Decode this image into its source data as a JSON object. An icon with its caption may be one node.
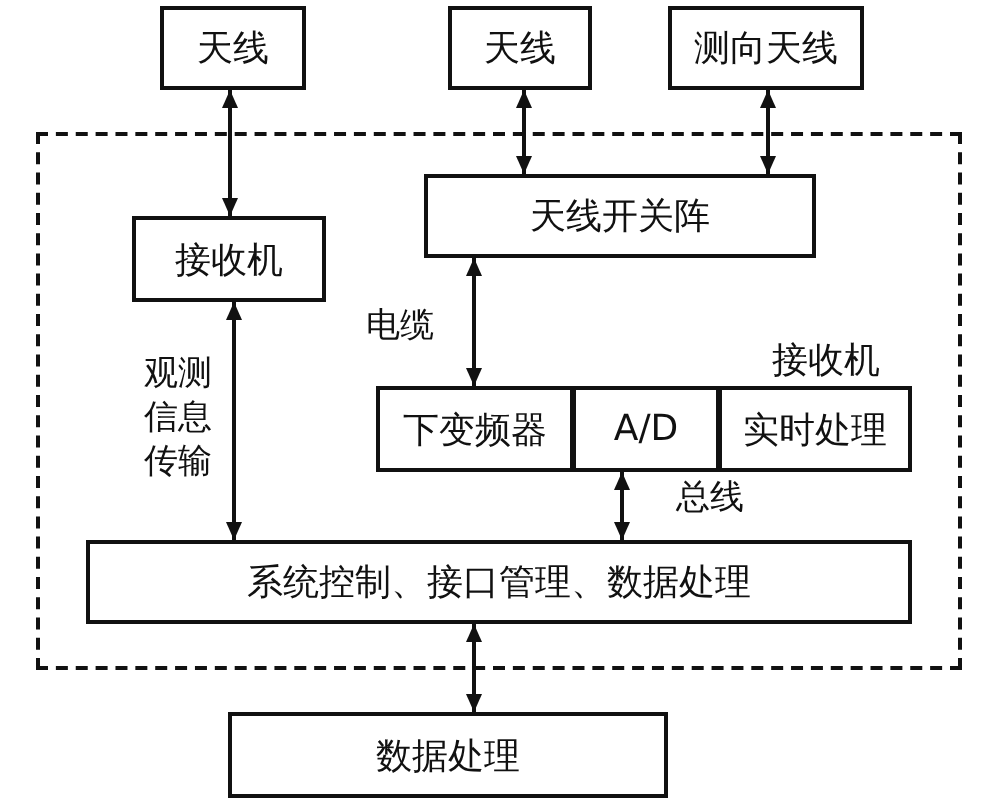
{
  "diagram": {
    "nodes": [
      {
        "text": [
          "天线"
        ]
      },
      {
        "text": [
          "天线"
        ]
      },
      {
        "text": [
          "测向天线"
        ]
      },
      {
        "text": [],
        "shape": "box"
      },
      {
        "text": [
          "接收机"
        ],
        "in": 3
      },
      {
        "text": [
          "天线开关阵"
        ],
        "in": 3
      },
      {
        "text": [
          "接收机"
        ],
        "in": 3
      },
      {
        "text": [
          "下变频器"
        ],
        "in": 6
      },
      {
        "text": [
          "A/D"
        ],
        "in": 6
      },
      {
        "text": [
          "实时处理"
        ],
        "in": 6
      },
      {
        "text": [
          "系统控制、接口管理、数据处理"
        ],
        "in": 3
      },
      {
        "text": [
          "数据处理"
        ]
      }
    ],
    "edges": [
      {
        "from": 0,
        "to": 4,
        "arrow": "both"
      },
      {
        "from": 1,
        "to": 5,
        "arrow": "both"
      },
      {
        "from": 2,
        "to": 5,
        "arrow": "both"
      },
      {
        "from": 5,
        "to": 7,
        "arrow": "both",
        "label": "电缆"
      },
      {
        "from": 4,
        "to": 10,
        "arrow": "both",
        "label": "观测信息传输"
      },
      {
        "from": 8,
        "to": 10,
        "arrow": "both",
        "label": "总线"
      },
      {
        "from": 10,
        "to": 11,
        "arrow": "both"
      }
    ]
  }
}
